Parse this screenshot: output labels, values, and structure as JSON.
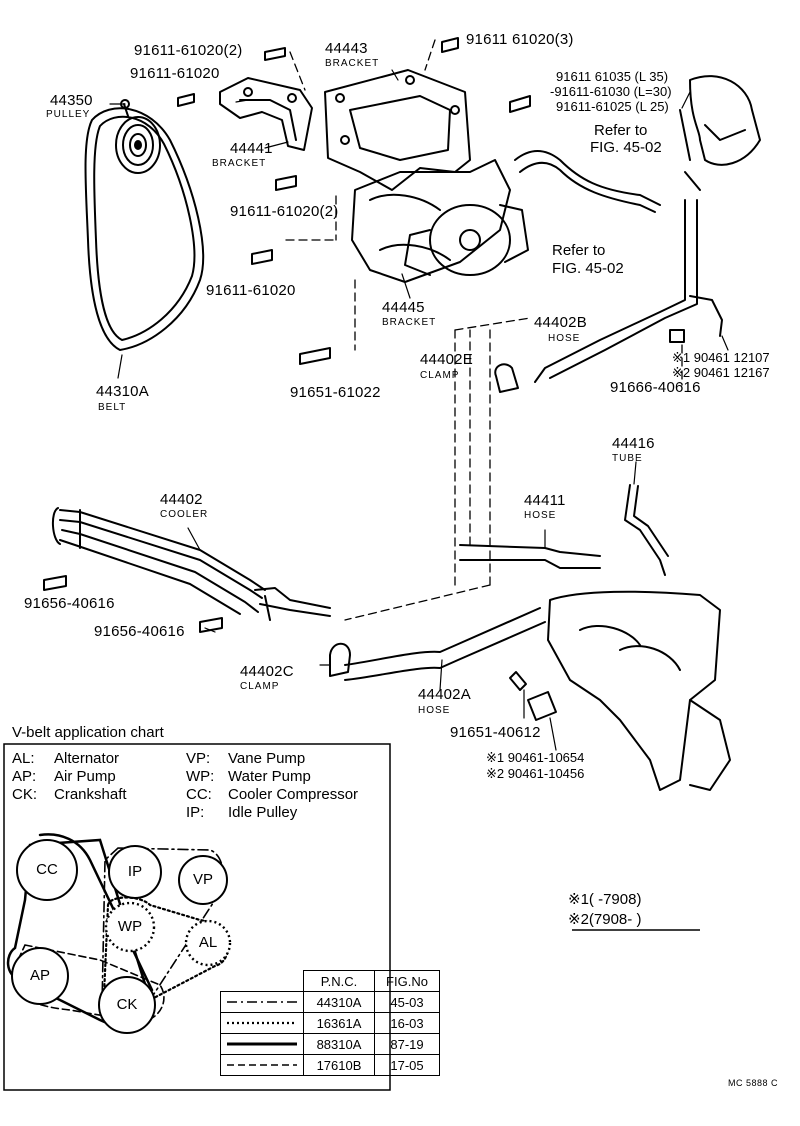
{
  "labels": {
    "p91611_61020_2a": "91611-61020(2)",
    "p91611_61020_3": "91611 61020(3)",
    "p91611_61020_a": "91611-61020",
    "p44443": "44443",
    "p44443_sub": "BRACKET",
    "p44350": "44350",
    "p44350_sub": "PULLEY",
    "p44441": "44441",
    "p44441_sub": "BRACKET",
    "p91611_61020_2b": "91611-61020(2)",
    "p91611_61020_b": "91611-61020",
    "p44445": "44445",
    "p44445_sub": "BRACKET",
    "p91651_61022": "91651-61022",
    "p44310a": "44310A",
    "p44310a_sub": "BELT",
    "p91611_61035": "91611 61035 (L 35)",
    "p91611_61030": "-91611-61030 (L=30)",
    "p91611_61025": "91611-61025 (L 25)",
    "ref1": "Refer to",
    "ref1b": "FIG. 45-02",
    "ref2": "Refer to",
    "ref2b": "FIG. 45-02",
    "p44402b": "44402B",
    "p44402b_sub": "HOSE",
    "p44402e": "44402E",
    "p44402e_sub": "CLAMP",
    "p90461_12107": "※1 90461 12107",
    "p90461_12167": "※2 90461 12167",
    "p91666_40616": "91666-40616",
    "p44416": "44416",
    "p44416_sub": "TUBE",
    "p44402": "44402",
    "p44402_sub": "COOLER",
    "p44411": "44411",
    "p44411_sub": "HOSE",
    "p91656_40616a": "91656-40616",
    "p91656_40616b": "91656-40616",
    "p44402c": "44402C",
    "p44402c_sub": "CLAMP",
    "p44402a": "44402A",
    "p44402a_sub": "HOSE",
    "p91651_40612": "91651-40612",
    "p90461_10654": "※1 90461-10654",
    "p90461_10456": "※2 90461-10456"
  },
  "chart": {
    "title": "V-belt application chart",
    "legend": [
      {
        "abbr": "AL:",
        "name": "Alternator"
      },
      {
        "abbr": "AP:",
        "name": "Air Pump"
      },
      {
        "abbr": "CK:",
        "name": "Crankshaft"
      },
      {
        "abbr": "VP:",
        "name": "Vane Pump"
      },
      {
        "abbr": "WP:",
        "name": "Water Pump"
      },
      {
        "abbr": "CC:",
        "name": "Cooler Compressor"
      },
      {
        "abbr": "IP:",
        "name": "Idle Pulley"
      }
    ],
    "pulleys": {
      "cc": "CC",
      "ip": "IP",
      "vp": "VP",
      "wp": "WP",
      "al": "AL",
      "ap": "AP",
      "ck": "CK"
    },
    "table_header": {
      "pnc": "P.N.C.",
      "fig": "FIG.No"
    },
    "rows": [
      {
        "pnc": "44310A",
        "fig": "45-03"
      },
      {
        "pnc": "16361A",
        "fig": "16-03"
      },
      {
        "pnc": "88310A",
        "fig": "87-19"
      },
      {
        "pnc": "17610B",
        "fig": "17-05"
      }
    ]
  },
  "notes": {
    "n1": "※1(         -7908)",
    "n2": "※2(7908-          )"
  },
  "footer": "MC 5888 C"
}
